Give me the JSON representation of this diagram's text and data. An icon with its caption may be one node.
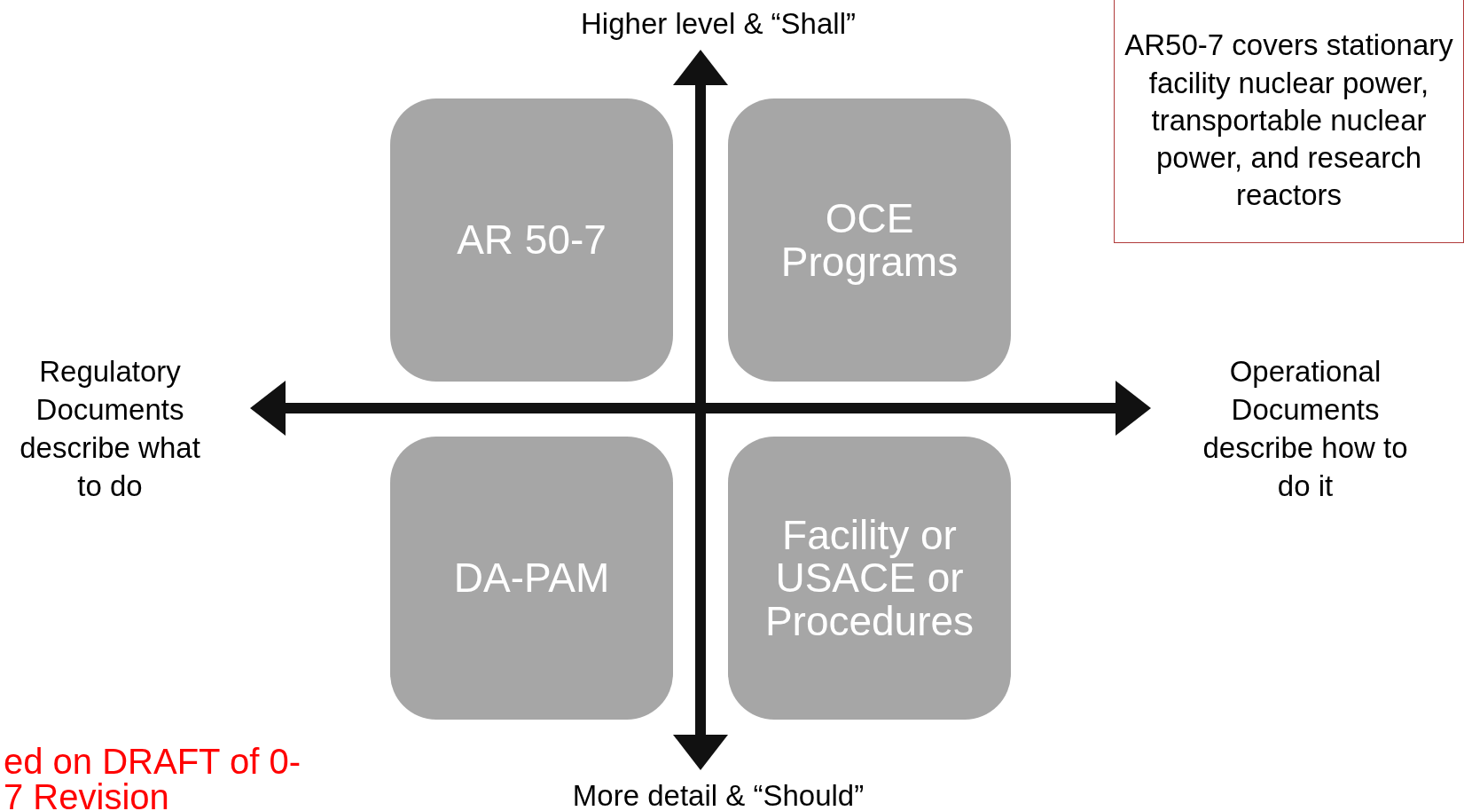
{
  "diagram": {
    "nodes": [
      {
        "text": [
          "AR 50-7"
        ]
      },
      {
        "text": [
          "OCE Programs"
        ]
      },
      {
        "text": [
          "DA-PAM"
        ]
      },
      {
        "text": [
          "Facility or USACE or Procedures"
        ]
      },
      {
        "text": [
          "AR50-7 covers stationary facility nuclear power, transportable nuclear power, and research reactors"
        ]
      }
    ],
    "edges": [],
    "labels": [
      "Higher level & “Shall”",
      "Regulatory Documents describe what to do",
      "Operational Documents describe how to do it",
      "More detail & “Should”",
      "ed on DRAFT of 0-7 Revision"
    ]
  }
}
